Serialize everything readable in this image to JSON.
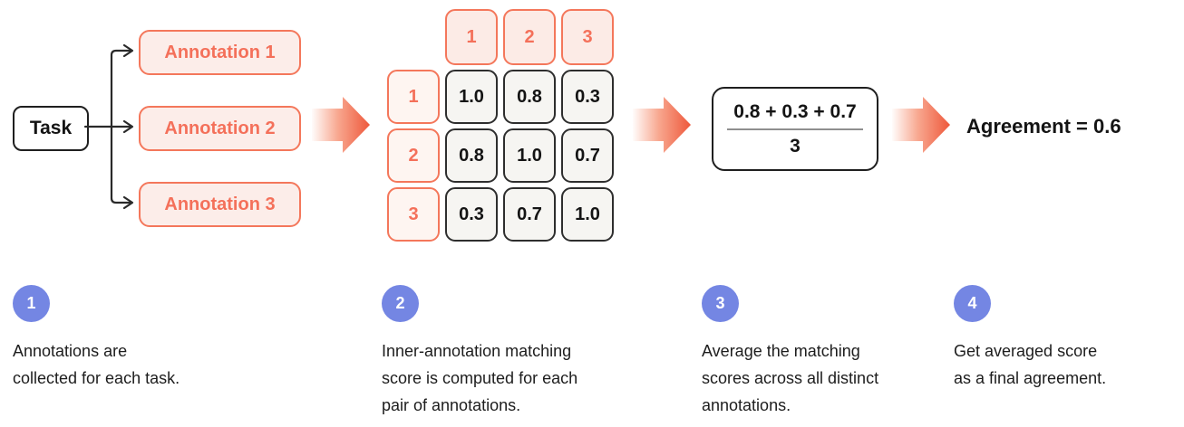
{
  "colors": {
    "coral": "#f4705a",
    "coral_border": "#f4775b",
    "pink_fill": "#fcede9",
    "pink_fill_light": "#fef5f1",
    "cell_fill": "#f6f5f2",
    "cell_border": "#2e2e2e",
    "arrow_gradient_start": "#fffcfb",
    "arrow_gradient_mid": "#f8a78f",
    "arrow_gradient_end": "#ee583b",
    "step_circle_blue": "#7486e3",
    "text_dark": "#141414"
  },
  "flow": {
    "task_label": "Task",
    "annotations": [
      {
        "label": "Annotation 1"
      },
      {
        "label": "Annotation 2"
      },
      {
        "label": "Annotation 3"
      }
    ],
    "matrix": {
      "col_headers": [
        "1",
        "2",
        "3"
      ],
      "row_headers": [
        "1",
        "2",
        "3"
      ],
      "cells": [
        [
          "1.0",
          "0.8",
          "0.3"
        ],
        [
          "0.8",
          "1.0",
          "0.7"
        ],
        [
          "0.3",
          "0.7",
          "1.0"
        ]
      ]
    },
    "formula": {
      "numerator": "0.8 + 0.3 + 0.7",
      "denominator": "3"
    },
    "result_label": "Agreement = 0.6"
  },
  "steps": [
    {
      "number": "1",
      "lines": [
        "Annotations are",
        "collected for each task."
      ]
    },
    {
      "number": "2",
      "lines": [
        "Inner-annotation matching",
        "score is computed for each",
        "pair of annotations."
      ]
    },
    {
      "number": "3",
      "lines": [
        "Average the matching",
        "scores across all distinct",
        "annotations."
      ]
    },
    {
      "number": "4",
      "lines": [
        "Get averaged score",
        "as a final agreement."
      ]
    }
  ]
}
